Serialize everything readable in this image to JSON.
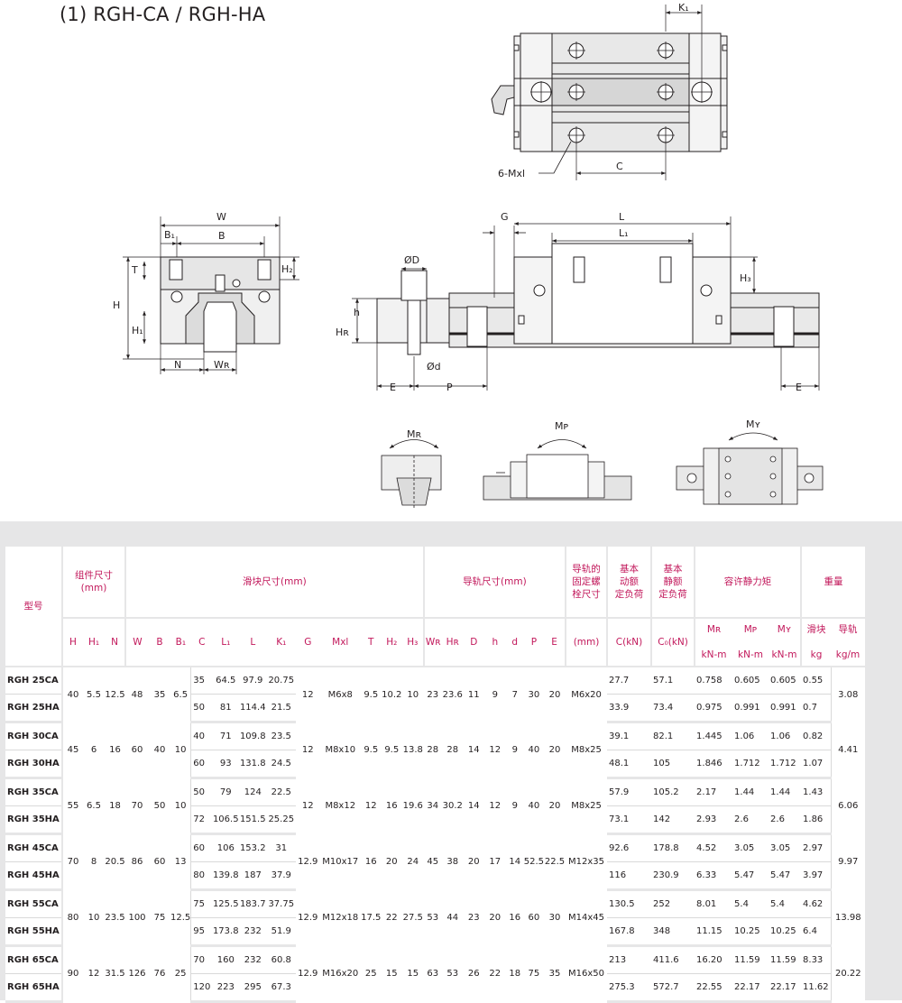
{
  "title": "(1) RGH-CA / RGH-HA",
  "drawing_labels": {
    "K1": "K₁",
    "six_mxl": "6-Mxl",
    "C": "C",
    "W": "W",
    "B1": "B₁",
    "B": "B",
    "T": "T",
    "H2": "H₂",
    "H": "H",
    "H1": "H₁",
    "N": "N",
    "WR": "Wʀ",
    "G": "G",
    "L": "L",
    "L1": "L₁",
    "H3": "H₃",
    "phiD": "ØD",
    "h": "h",
    "HR": "Hʀ",
    "phid": "Ød",
    "E_left": "E",
    "P": "P",
    "E_right": "E",
    "MR": "Mʀ",
    "MP": "Mᴘ",
    "MY": "Mʏ"
  },
  "table": {
    "header": {
      "model": "型号",
      "assembly": "组件尺寸\n(mm)",
      "block": "滑块尺寸(mm)",
      "rail": "导轨尺寸(mm)",
      "bolt": "导轨的\n固定螺\n栓尺寸",
      "dyn": "基本\n动额\n定负荷",
      "stat": "基本\n静额\n定负荷",
      "moment": "容许静力矩",
      "weight": "重量",
      "cols": [
        "H",
        "H₁",
        "N",
        "W",
        "B",
        "B₁",
        "C",
        "L₁",
        "L",
        "K₁",
        "G",
        "Mxl",
        "T",
        "H₂",
        "H₃",
        "Wʀ",
        "Hʀ",
        "D",
        "h",
        "d",
        "P",
        "E",
        "(mm)",
        "C(kN)",
        "C₀(kN)",
        "Mʀ",
        "Mᴘ",
        "Mʏ",
        "滑块",
        "导轨"
      ],
      "units": [
        "kN-m",
        "kN-m",
        "kN-m",
        "kg",
        "kg/m"
      ]
    },
    "groups": [
      {
        "H": "40",
        "H1": "5.5",
        "N": "12.5",
        "W": "48",
        "B": "35",
        "B1": "6.5",
        "G": "12",
        "Mxl": "M6x8",
        "T": "9.5",
        "H2": "10.2",
        "H3": "10",
        "WR": "23",
        "HR": "23.6",
        "D": "11",
        "h": "9",
        "d": "7",
        "P": "30",
        "E": "20",
        "bolt": "M6x20",
        "rail_wt": "3.08",
        "rows": [
          {
            "model": "RGH 25CA",
            "C": "35",
            "L1": "64.5",
            "L": "97.9",
            "K1": "20.75",
            "Cdyn": "27.7",
            "C0": "57.1",
            "MR": "0.758",
            "MP": "0.605",
            "MY": "0.605",
            "wt": "0.55"
          },
          {
            "model": "RGH 25HA",
            "C": "50",
            "L1": "81",
            "L": "114.4",
            "K1": "21.5",
            "Cdyn": "33.9",
            "C0": "73.4",
            "MR": "0.975",
            "MP": "0.991",
            "MY": "0.991",
            "wt": "0.7"
          }
        ]
      },
      {
        "H": "45",
        "H1": "6",
        "N": "16",
        "W": "60",
        "B": "40",
        "B1": "10",
        "G": "12",
        "Mxl": "M8x10",
        "T": "9.5",
        "H2": "9.5",
        "H3": "13.8",
        "WR": "28",
        "HR": "28",
        "D": "14",
        "h": "12",
        "d": "9",
        "P": "40",
        "E": "20",
        "bolt": "M8x25",
        "rail_wt": "4.41",
        "rows": [
          {
            "model": "RGH 30CA",
            "C": "40",
            "L1": "71",
            "L": "109.8",
            "K1": "23.5",
            "Cdyn": "39.1",
            "C0": "82.1",
            "MR": "1.445",
            "MP": "1.06",
            "MY": "1.06",
            "wt": "0.82"
          },
          {
            "model": "RGH 30HA",
            "C": "60",
            "L1": "93",
            "L": "131.8",
            "K1": "24.5",
            "Cdyn": "48.1",
            "C0": "105",
            "MR": "1.846",
            "MP": "1.712",
            "MY": "1.712",
            "wt": "1.07"
          }
        ]
      },
      {
        "H": "55",
        "H1": "6.5",
        "N": "18",
        "W": "70",
        "B": "50",
        "B1": "10",
        "G": "12",
        "Mxl": "M8x12",
        "T": "12",
        "H2": "16",
        "H3": "19.6",
        "WR": "34",
        "HR": "30.2",
        "D": "14",
        "h": "12",
        "d": "9",
        "P": "40",
        "E": "20",
        "bolt": "M8x25",
        "rail_wt": "6.06",
        "rows": [
          {
            "model": "RGH 35CA",
            "C": "50",
            "L1": "79",
            "L": "124",
            "K1": "22.5",
            "Cdyn": "57.9",
            "C0": "105.2",
            "MR": "2.17",
            "MP": "1.44",
            "MY": "1.44",
            "wt": "1.43"
          },
          {
            "model": "RGH 35HA",
            "C": "72",
            "L1": "106.5",
            "L": "151.5",
            "K1": "25.25",
            "Cdyn": "73.1",
            "C0": "142",
            "MR": "2.93",
            "MP": "2.6",
            "MY": "2.6",
            "wt": "1.86"
          }
        ]
      },
      {
        "H": "70",
        "H1": "8",
        "N": "20.5",
        "W": "86",
        "B": "60",
        "B1": "13",
        "G": "12.9",
        "Mxl": "M10x17",
        "T": "16",
        "H2": "20",
        "H3": "24",
        "WR": "45",
        "HR": "38",
        "D": "20",
        "h": "17",
        "d": "14",
        "P": "52.5",
        "E": "22.5",
        "bolt": "M12x35",
        "rail_wt": "9.97",
        "rows": [
          {
            "model": "RGH 45CA",
            "C": "60",
            "L1": "106",
            "L": "153.2",
            "K1": "31",
            "Cdyn": "92.6",
            "C0": "178.8",
            "MR": "4.52",
            "MP": "3.05",
            "MY": "3.05",
            "wt": "2.97"
          },
          {
            "model": "RGH 45HA",
            "C": "80",
            "L1": "139.8",
            "L": "187",
            "K1": "37.9",
            "Cdyn": "116",
            "C0": "230.9",
            "MR": "6.33",
            "MP": "5.47",
            "MY": "5.47",
            "wt": "3.97"
          }
        ]
      },
      {
        "H": "80",
        "H1": "10",
        "N": "23.5",
        "W": "100",
        "B": "75",
        "B1": "12.5",
        "G": "12.9",
        "Mxl": "M12x18",
        "T": "17.5",
        "H2": "22",
        "H3": "27.5",
        "WR": "53",
        "HR": "44",
        "D": "23",
        "h": "20",
        "d": "16",
        "P": "60",
        "E": "30",
        "bolt": "M14x45",
        "rail_wt": "13.98",
        "rows": [
          {
            "model": "RGH 55CA",
            "C": "75",
            "L1": "125.5",
            "L": "183.7",
            "K1": "37.75",
            "Cdyn": "130.5",
            "C0": "252",
            "MR": "8.01",
            "MP": "5.4",
            "MY": "5.4",
            "wt": "4.62"
          },
          {
            "model": "RGH 55HA",
            "C": "95",
            "L1": "173.8",
            "L": "232",
            "K1": "51.9",
            "Cdyn": "167.8",
            "C0": "348",
            "MR": "11.15",
            "MP": "10.25",
            "MY": "10.25",
            "wt": "6.4"
          }
        ]
      },
      {
        "H": "90",
        "H1": "12",
        "N": "31.5",
        "W": "126",
        "B": "76",
        "B1": "25",
        "G": "12.9",
        "Mxl": "M16x20",
        "T": "25",
        "H2": "15",
        "H3": "15",
        "WR": "63",
        "HR": "53",
        "D": "26",
        "h": "22",
        "d": "18",
        "P": "75",
        "E": "35",
        "bolt": "M16x50",
        "rail_wt": "20.22",
        "rows": [
          {
            "model": "RGH 65CA",
            "C": "70",
            "L1": "160",
            "L": "232",
            "K1": "60.8",
            "Cdyn": "213",
            "C0": "411.6",
            "MR": "16.20",
            "MP": "11.59",
            "MY": "11.59",
            "wt": "8.33"
          },
          {
            "model": "RGH 65HA",
            "C": "120",
            "L1": "223",
            "L": "295",
            "K1": "67.3",
            "Cdyn": "275.3",
            "C0": "572.7",
            "MR": "22.55",
            "MP": "22.17",
            "MY": "22.17",
            "wt": "11.62"
          }
        ]
      }
    ]
  }
}
